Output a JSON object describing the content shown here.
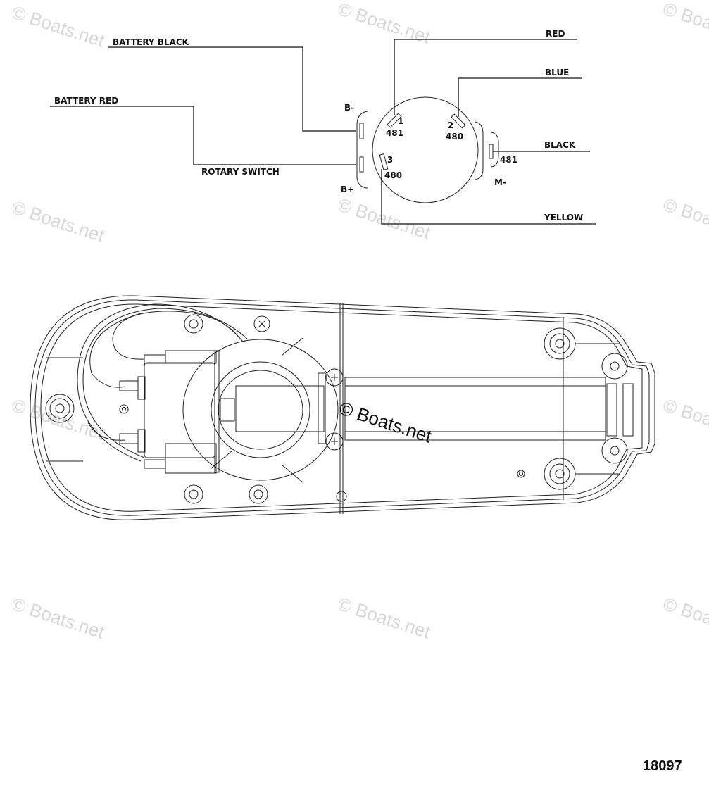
{
  "watermark": {
    "text": "© Boats.net",
    "color": "#d8d8d8"
  },
  "schematic": {
    "left_wires": [
      {
        "label": "BATTERY BLACK"
      },
      {
        "label": "BATTERY RED"
      },
      {
        "label": "ROTARY SWITCH"
      }
    ],
    "left_terminals": {
      "top": "B-",
      "bottom": "B+"
    },
    "switch_terminals": [
      {
        "num": "1",
        "code": "481"
      },
      {
        "num": "2",
        "code": "480"
      },
      {
        "num": "3",
        "code": "480"
      }
    ],
    "right_terminal": {
      "code": "481",
      "label": "M-"
    },
    "right_wires": [
      {
        "label": "RED"
      },
      {
        "label": "BLUE"
      },
      {
        "label": "BLACK"
      },
      {
        "label": "YELLOW"
      }
    ]
  },
  "assembly": {
    "watermark": "© Boats.net"
  },
  "figure_number": "18097"
}
